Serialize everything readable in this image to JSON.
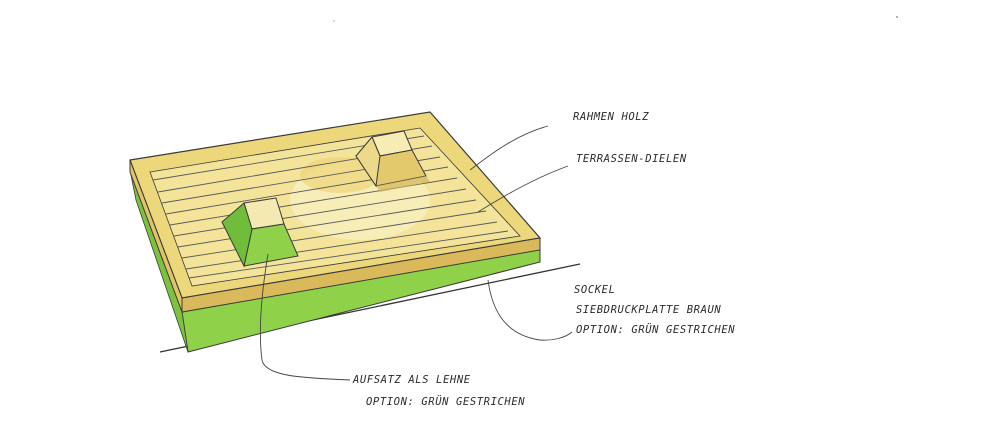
{
  "labels": {
    "frame": "Rahmen Holz",
    "decking": "Terrassen-Dielen",
    "base_1": "Sockel",
    "base_2": "Siebdruckplatte braun",
    "base_3": "Option: Grün gestrichen",
    "backrest_1": "Aufsatz als Lehne",
    "backrest_2": "Option: Grün gestrichen"
  },
  "colors": {
    "wood": "#ecd77a",
    "wood_light": "#f5e9a8",
    "wood_dark": "#d9b95a",
    "green": "#8fd24a",
    "green_dark": "#6bb83a",
    "line": "#3a3a3a"
  }
}
